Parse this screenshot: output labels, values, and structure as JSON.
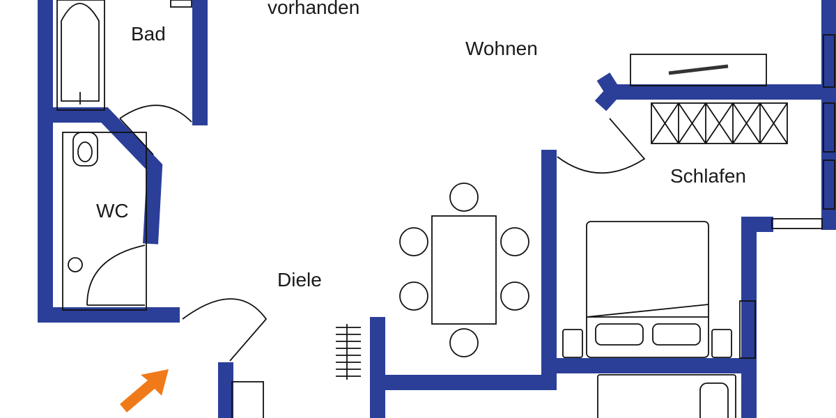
{
  "colors": {
    "wall": "#2b3f98",
    "furniture": "#111111",
    "arrow": "#f07a1a"
  },
  "icons": {
    "entrance": "orange-arrow-icon"
  },
  "rooms": {
    "note": "vorhanden",
    "bad": "Bad",
    "wohnen": "Wohnen",
    "schlafen": "Schlafen",
    "wc": "WC",
    "diele": "Diele"
  }
}
